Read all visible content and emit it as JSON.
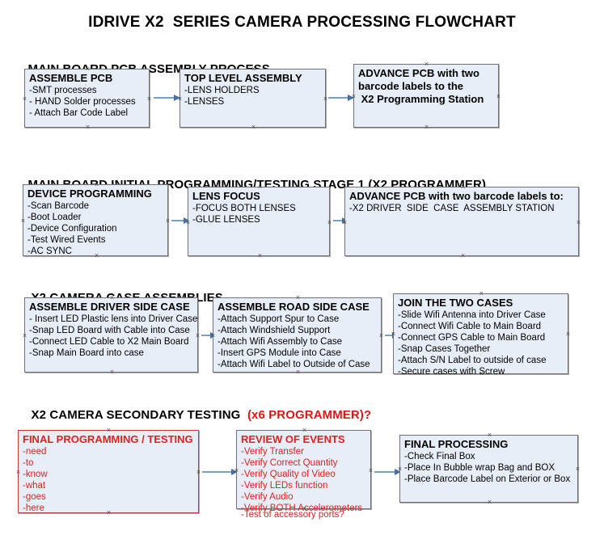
{
  "document": {
    "title": "IDRIVE X2  SERIES CAMERA PROCESSING FLOWCHART"
  },
  "colors": {
    "node_fill": "#e8eef8",
    "node_border": "#6f7175",
    "red_accent": "#e02020",
    "connector": "#7b9ec4"
  },
  "sections": [
    {
      "heading": "MAIN BOARD PCB ASSEMBLY PROCESS",
      "heading_accent": "",
      "nodes": [
        {
          "title": "ASSEMBLE PCB",
          "lines": [
            "-SMT processes",
            "- HAND Solder processes",
            "- Attach Bar Code Label"
          ]
        },
        {
          "title": "TOP LEVEL ASSEMBLY",
          "lines": [
            "-LENS HOLDERS",
            "-LENSES"
          ]
        },
        {
          "title": "ADVANCE PCB with two",
          "lines": [
            "barcode labels to the",
            " X2 Programming Station"
          ]
        }
      ]
    },
    {
      "heading": "MAIN BOARD INITIAL PROGRAMMING/TESTING STAGE 1 (X2 PROGRAMMER)",
      "heading_accent": "",
      "nodes": [
        {
          "title": "DEVICE PROGRAMMING",
          "lines": [
            "-Scan Barcode",
            "-Boot Loader",
            "-Device Configuration",
            "-Test Wired Events",
            "-AC SYNC"
          ]
        },
        {
          "title": "LENS FOCUS",
          "lines": [
            "-FOCUS BOTH LENSES",
            "-GLUE LENSES"
          ]
        },
        {
          "title": "ADVANCE PCB with two barcode labels to:",
          "lines": [
            "-X2 DRIVER  SIDE  CASE  ASSEMBLY STATION"
          ]
        }
      ]
    },
    {
      "heading": "X2 CAMERA CASE ASSEMBLIES",
      "heading_accent": "",
      "nodes": [
        {
          "title": "ASSEMBLE DRIVER SIDE CASE",
          "lines": [
            "- Insert LED Plastic lens into Driver Case",
            "-Snap LED Board with Cable into Case",
            "-Connect LED Cable to X2 Main Board",
            "-Snap Main Board into case"
          ]
        },
        {
          "title": "ASSEMBLE ROAD SIDE CASE",
          "lines": [
            "-Attach Support Spur to Case",
            "-Attach Windshield Support",
            "-Attach Wifi Assembly to Case",
            "-Insert GPS Module into Case",
            "-Attach Wifi Label to Outside of Case"
          ]
        },
        {
          "title": "JOIN THE TWO CASES",
          "lines": [
            "-Slide Wifi Antenna into Driver Case",
            "-Connect Wifi Cable to Main Board",
            "-Connect GPS Cable to Main Board",
            "-Snap Cases Together",
            "-Attach S/N Label to outside of case",
            "-Secure cases with Screw"
          ]
        }
      ]
    },
    {
      "heading": "X2 CAMERA SECONDARY TESTING  ",
      "heading_accent": "(x6 PROGRAMMER)?",
      "nodes": [
        {
          "title": "FINAL PROGRAMMING / TESTING",
          "lines": [
            "-need",
            "-to",
            "-know",
            "-what",
            "-goes",
            "-here"
          ]
        },
        {
          "title": "REVIEW OF EVENTS",
          "lines": [
            "-Verify Transfer",
            "-Verify Correct Quantity",
            "-Verify Quality of Video",
            "-Verify LEDs function",
            "-Verify Audio",
            "-Verify BOTH Accelerometers"
          ],
          "overflow_line": "-Test of accessory ports?"
        },
        {
          "title": "FINAL PROCESSING",
          "lines": [
            "-Check Final Box",
            "-Place In Bubble wrap Bag and BOX",
            "-Place Barcode Label on Exterior or Box"
          ]
        }
      ]
    }
  ]
}
